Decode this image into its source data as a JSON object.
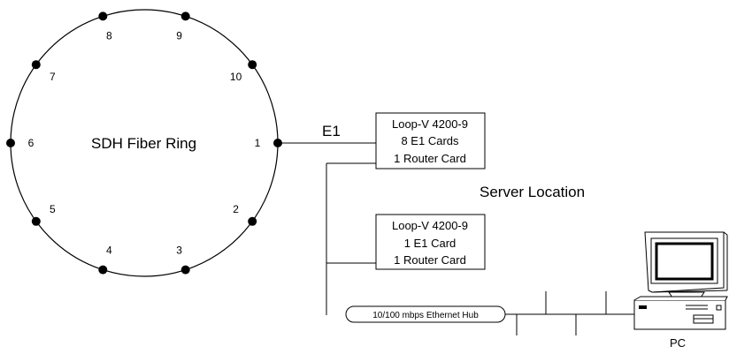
{
  "ring": {
    "title": "SDH Fiber Ring",
    "nodes": [
      {
        "label": "1",
        "angle": 0
      },
      {
        "label": "2",
        "angle": -36
      },
      {
        "label": "3",
        "angle": -72
      },
      {
        "label": "4",
        "angle": -108
      },
      {
        "label": "5",
        "angle": -144
      },
      {
        "label": "6",
        "angle": 180
      },
      {
        "label": "7",
        "angle": 144
      },
      {
        "label": "8",
        "angle": 108
      },
      {
        "label": "9",
        "angle": 72
      },
      {
        "label": "10",
        "angle": 36
      }
    ]
  },
  "link": {
    "label": "E1"
  },
  "device1": {
    "line1": "Loop-V 4200-9",
    "line2": "8 E1 Cards",
    "line3": "1 Router Card"
  },
  "device2": {
    "line1": "Loop-V 4200-9",
    "line2": "1 E1 Card",
    "line3": "1 Router Card"
  },
  "server_location": "Server Location",
  "hub": {
    "label": "10/100 mbps Ethernet Hub"
  },
  "pc": {
    "label": "PC"
  }
}
